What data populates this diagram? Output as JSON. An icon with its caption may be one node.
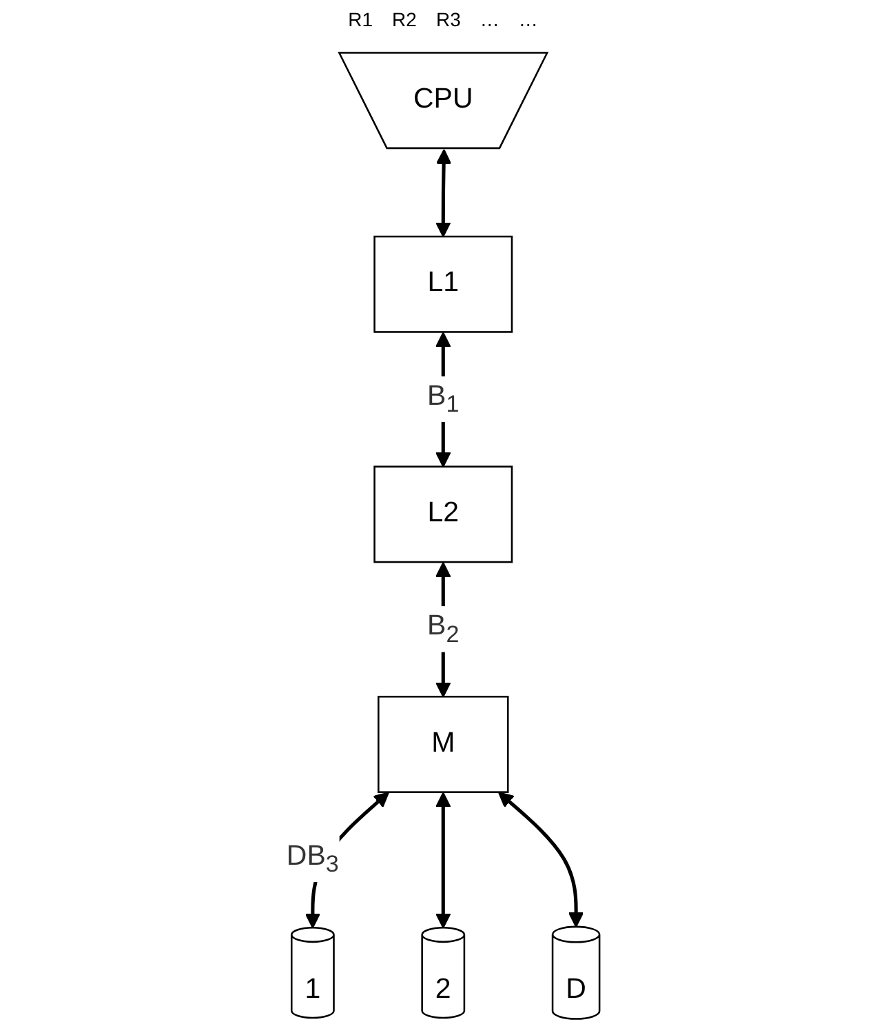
{
  "diagram": {
    "nodes": [
      {
        "text": [
          "CPU"
        ]
      },
      {
        "text": [
          "L1"
        ]
      },
      {
        "text": [
          "L2"
        ]
      },
      {
        "text": [
          "M"
        ]
      },
      {
        "text": [
          "1"
        ]
      },
      {
        "text": [
          "2"
        ]
      },
      {
        "text": [
          "D"
        ]
      }
    ],
    "edges": [
      {
        "from": 0,
        "to": 1,
        "arrow": "both"
      },
      {
        "from": 1,
        "to": 2,
        "arrow": "both",
        "label": "B$_{1}$"
      },
      {
        "from": 2,
        "to": 3,
        "arrow": "both",
        "label": "B$_{2}$"
      },
      {
        "from": 3,
        "to": 4,
        "arrow": "both",
        "label": "DB$_{3}$"
      },
      {
        "from": 3,
        "to": 5,
        "arrow": "both"
      },
      {
        "from": 3,
        "to": 6,
        "arrow": "both"
      }
    ],
    "labels": [
      "R1",
      "R2",
      "R3",
      "…",
      "…"
    ]
  }
}
